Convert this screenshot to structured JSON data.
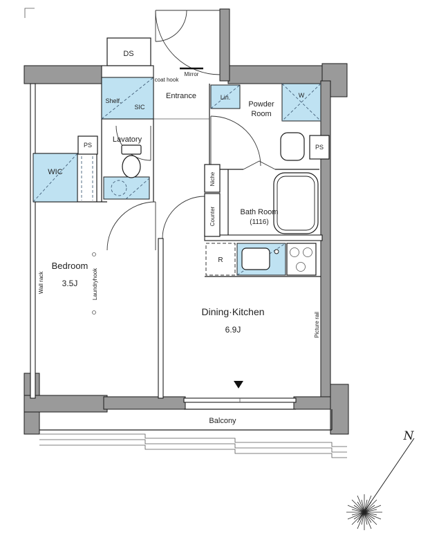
{
  "colors": {
    "wall_gray": "#9a9a9a",
    "fixture_blue": "#bfe2f2",
    "line": "#1a1a1a"
  },
  "plan": {
    "rooms": {
      "entrance": "Entrance",
      "lavatory": "Lavatory",
      "powder": {
        "line1": "Powder",
        "line2": "Room"
      },
      "bath": {
        "name": "Bath Room",
        "size": "(1116)"
      },
      "bedroom": {
        "name": "Bedroom",
        "size": "3.5J"
      },
      "dining_kitchen": {
        "name": "Dining·Kitchen",
        "size": "6.9J"
      },
      "balcony": "Balcony"
    },
    "storage": {
      "ds": "DS",
      "shelf": "Shelf.",
      "sic": "SIC",
      "linen": "Lin.",
      "washer": "W",
      "ps_left": "PS",
      "ps_right": "PS",
      "wic": "WIC",
      "niche": "Niche",
      "counter": "Counter",
      "fridge": "R"
    },
    "features": {
      "coat_hook": "coat hook",
      "mirror": "Mirror",
      "wall_rack": "Wall rack",
      "laundry_hook": "Laundryhook",
      "picture_rail": "Picture rail"
    },
    "compass": {
      "north": "N"
    }
  }
}
